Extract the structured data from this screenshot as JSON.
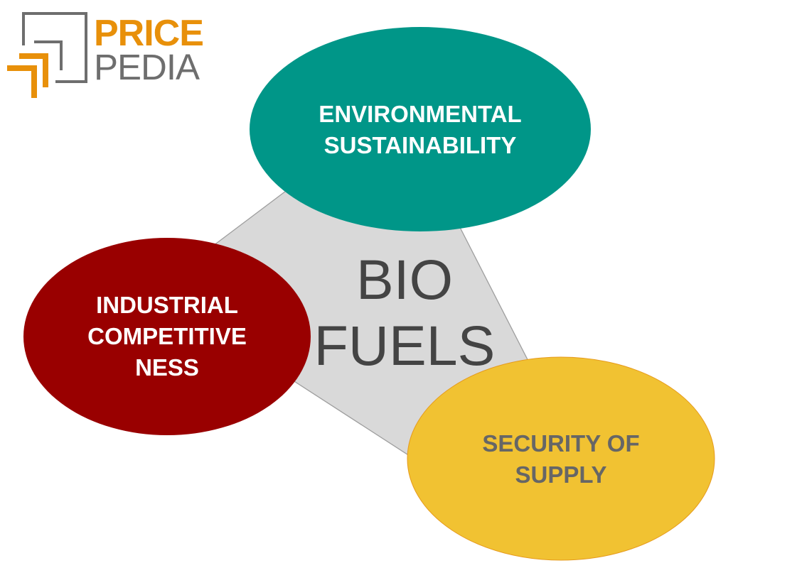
{
  "logo": {
    "line1": "PRICE",
    "line2": "PEDIA",
    "colors": {
      "accent": "#e8900a",
      "gray": "#6e6e6e"
    }
  },
  "diagram": {
    "center": {
      "lines": [
        "BIO",
        "FUELS"
      ],
      "fill": "#d9d9d9",
      "text_color": "#444444"
    },
    "nodes": [
      {
        "id": "environmental-sustainability",
        "lines": [
          "ENVIRONMENTAL",
          "SUSTAINABILITY"
        ],
        "fill": "#009688",
        "text_color": "#ffffff"
      },
      {
        "id": "industrial-competitiveness",
        "lines": [
          "INDUSTRIAL",
          "COMPETITIVE",
          "NESS"
        ],
        "fill": "#990000",
        "text_color": "#ffffff"
      },
      {
        "id": "security-of-supply",
        "lines": [
          "SECURITY OF",
          "SUPPLY"
        ],
        "fill": "#f1c232",
        "stroke": "#e69a1c",
        "text_color": "#666666"
      }
    ]
  }
}
